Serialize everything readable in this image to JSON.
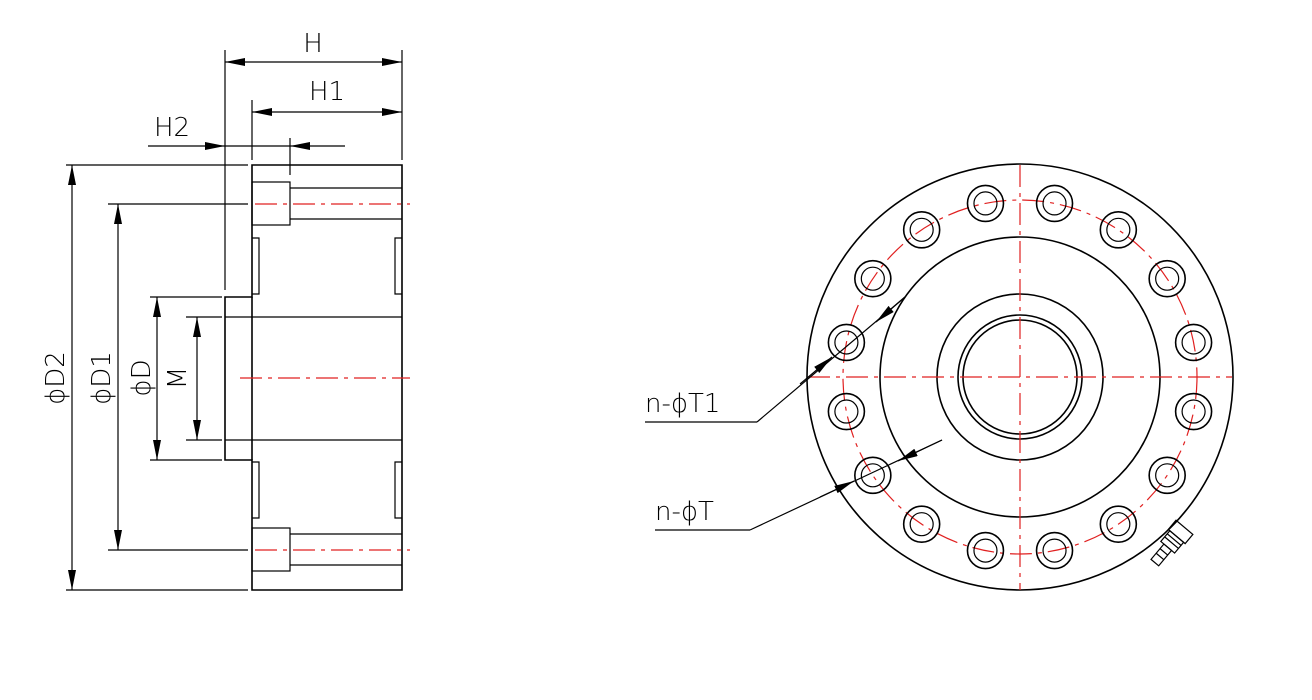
{
  "colors": {
    "line": "#000000",
    "center_line": "#e02020",
    "background": "#ffffff"
  },
  "side_view": {
    "labels": {
      "H": "H",
      "H1": "H1",
      "H2": "H2",
      "D2": "ϕD2",
      "D1": "ϕD1",
      "D": "ϕD",
      "M": "M"
    }
  },
  "front_view": {
    "bolt_count": 16,
    "labels": {
      "T1": "n-ϕT1",
      "T": "n-ϕT"
    },
    "cable_gland_icon": "cable-gland-icon"
  }
}
